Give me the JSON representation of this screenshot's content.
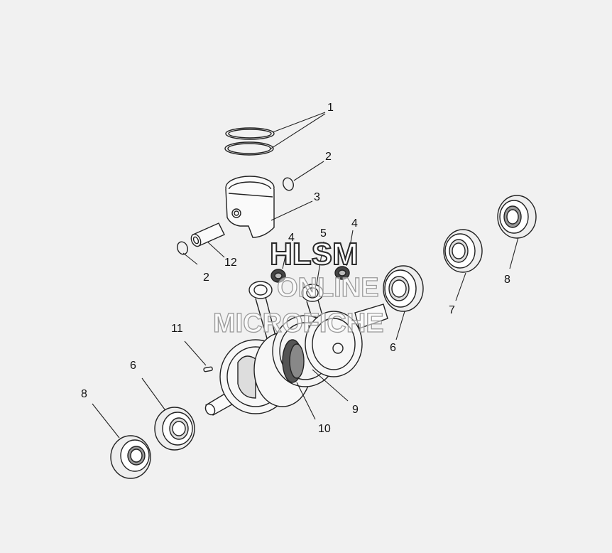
{
  "callouts": {
    "c1": "1",
    "c2a": "2",
    "c3": "3",
    "c4a": "4",
    "c5": "5",
    "c4b": "4",
    "c12": "12",
    "c2b": "2",
    "c8a": "8",
    "c7": "7",
    "c6a": "6",
    "c11": "11",
    "c6b": "6",
    "c8b": "8",
    "c9": "9",
    "c10": "10"
  },
  "watermark": {
    "line1": "HLSM",
    "line2": "ONLINE",
    "line3": "MICROFICHE"
  }
}
